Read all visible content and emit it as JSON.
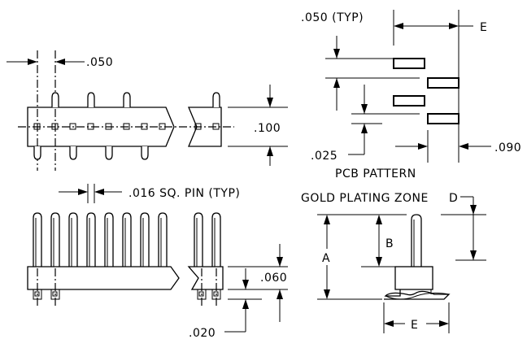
{
  "top_view": {
    "pitch_label": ".050",
    "height_label": ".100"
  },
  "pcb_pattern": {
    "pad_spacing_label": ".050 (TYP)",
    "pad_width_label": ".025",
    "pad_offset_label": ".090",
    "row_label": "E",
    "title": "PCB PATTERN"
  },
  "front_view": {
    "pin_size_label": ".016 SQ. PIN (TYP)",
    "body_height_label": ".060",
    "standoff_label": ".020"
  },
  "side_view": {
    "gold_zone_label": "GOLD PLATING ZONE",
    "d_label": "D",
    "a_label": "A",
    "b_label": "B",
    "e_label": "E"
  }
}
